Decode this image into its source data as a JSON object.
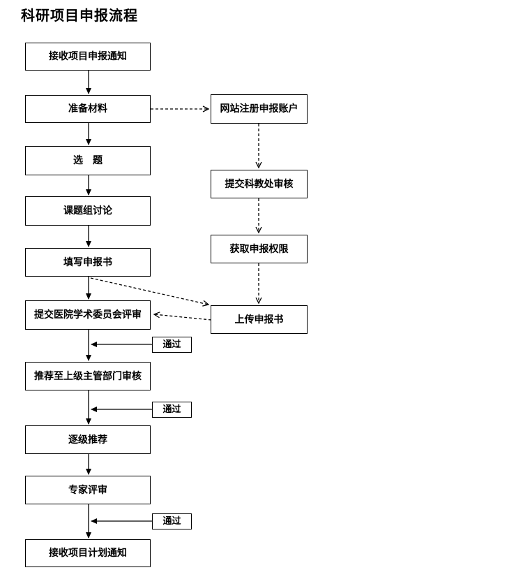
{
  "title": "科研项目申报流程",
  "flow": {
    "main_steps": [
      {
        "label": "接收项目申报通知"
      },
      {
        "label": "准备材料"
      },
      {
        "label": "选　题"
      },
      {
        "label": "课题组讨论"
      },
      {
        "label": "填写申报书"
      },
      {
        "label": "提交医院学术委员会评审"
      },
      {
        "label": "推荐至上级主管部门审核"
      },
      {
        "label": "逐级推荐"
      },
      {
        "label": "专家评审"
      },
      {
        "label": "接收项目计划通知"
      }
    ],
    "side_steps": [
      {
        "label": "网站注册申报账户"
      },
      {
        "label": "提交科教处审核"
      },
      {
        "label": "获取申报权限"
      },
      {
        "label": "上传申报书"
      }
    ],
    "pass_label": "通过",
    "line_color": "#000000"
  }
}
